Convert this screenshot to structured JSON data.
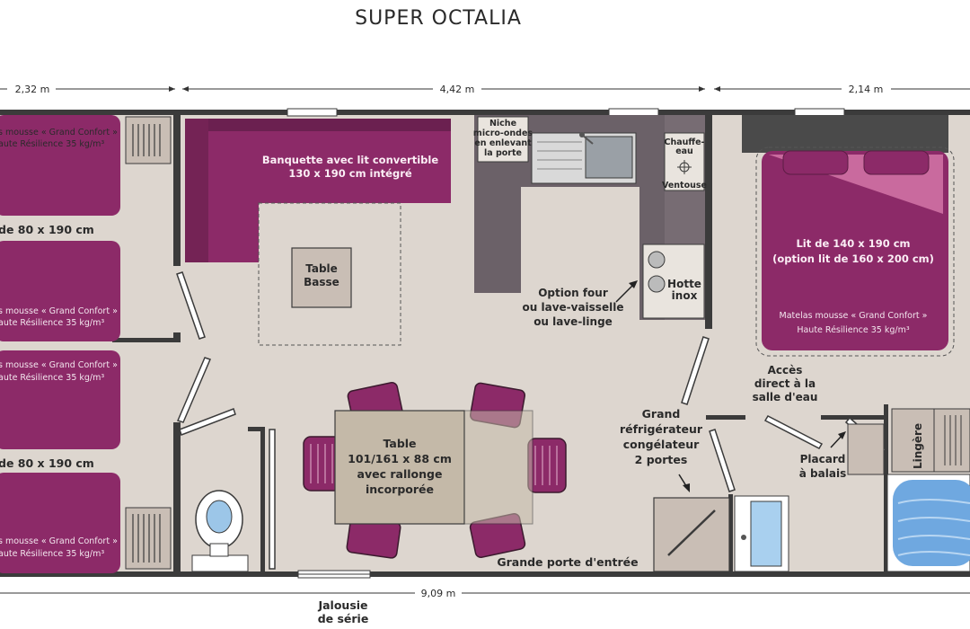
{
  "title": "SUPER OCTALIA",
  "dimensions": {
    "left": "2,32 m",
    "middle": "4,42 m",
    "right": "2,14 m",
    "total": "9,09 m"
  },
  "labels": {
    "banquette_1": "Banquette avec lit convertible",
    "banquette_2": "130 x 190 cm intégré",
    "table_basse_1": "Table",
    "table_basse_2": "Basse",
    "niche_1": "Niche",
    "niche_2": "micro-ondes",
    "niche_3": "en enlevant",
    "niche_4": "la porte",
    "chauffe_1": "Chauffe-",
    "chauffe_2": "eau",
    "ventouse": "Ventouse",
    "option_1": "Option four",
    "option_2": "ou lave-vaisselle",
    "option_3": "ou lave-linge",
    "hotte_1": "Hotte",
    "hotte_2": "inox",
    "lit_main_1": "Lit de 140 x 190 cm",
    "lit_main_2": "(option lit de 160 x 200 cm)",
    "matelas_main_1": "Matelas mousse « Grand Confort »",
    "matelas_main_2": "Haute Résilience 35 kg/m³",
    "acces_1": "Accès",
    "acces_2": "direct à la",
    "acces_3": "salle d'eau",
    "frigo_1": "Grand",
    "frigo_2": "réfrigérateur",
    "frigo_3": "congélateur",
    "frigo_4": "2 portes",
    "placard_1": "Placard",
    "placard_2": "à balais",
    "lingere": "Lingère",
    "table_1": "Table",
    "table_2": "101/161 x 88 cm",
    "table_3": "avec rallonge",
    "table_4": "incorporée",
    "grande_porte": "Grande porte d'entrée",
    "jalousie_1": "Jalousie",
    "jalousie_2": "de série",
    "bed_left_1": "de 80 x 190 cm",
    "bed_left_2": "de 80 x 190 cm",
    "mousse_a": "s mousse « Grand Confort »",
    "resil_a": "aute Résilience 35 kg/m³",
    "mousse_b": "s mousse « Grand Confort »",
    "resil_b": "aute Résilience 35 kg/m³",
    "mousse_c": "s mousse « Grand Confort »",
    "resil_c": "aute Résilience 35 kg/m³",
    "mousse_d": "s mousse « Grand Confort »",
    "resil_d": "aute Résilience 35 kg/m³"
  },
  "colors": {
    "floor": "#ddd6cf",
    "wall": "#3b3b3b",
    "magenta": "#8c2a68",
    "magenta_light": "#c96a9e",
    "counter": "#6b6168",
    "bath": "#6fa8e0"
  }
}
